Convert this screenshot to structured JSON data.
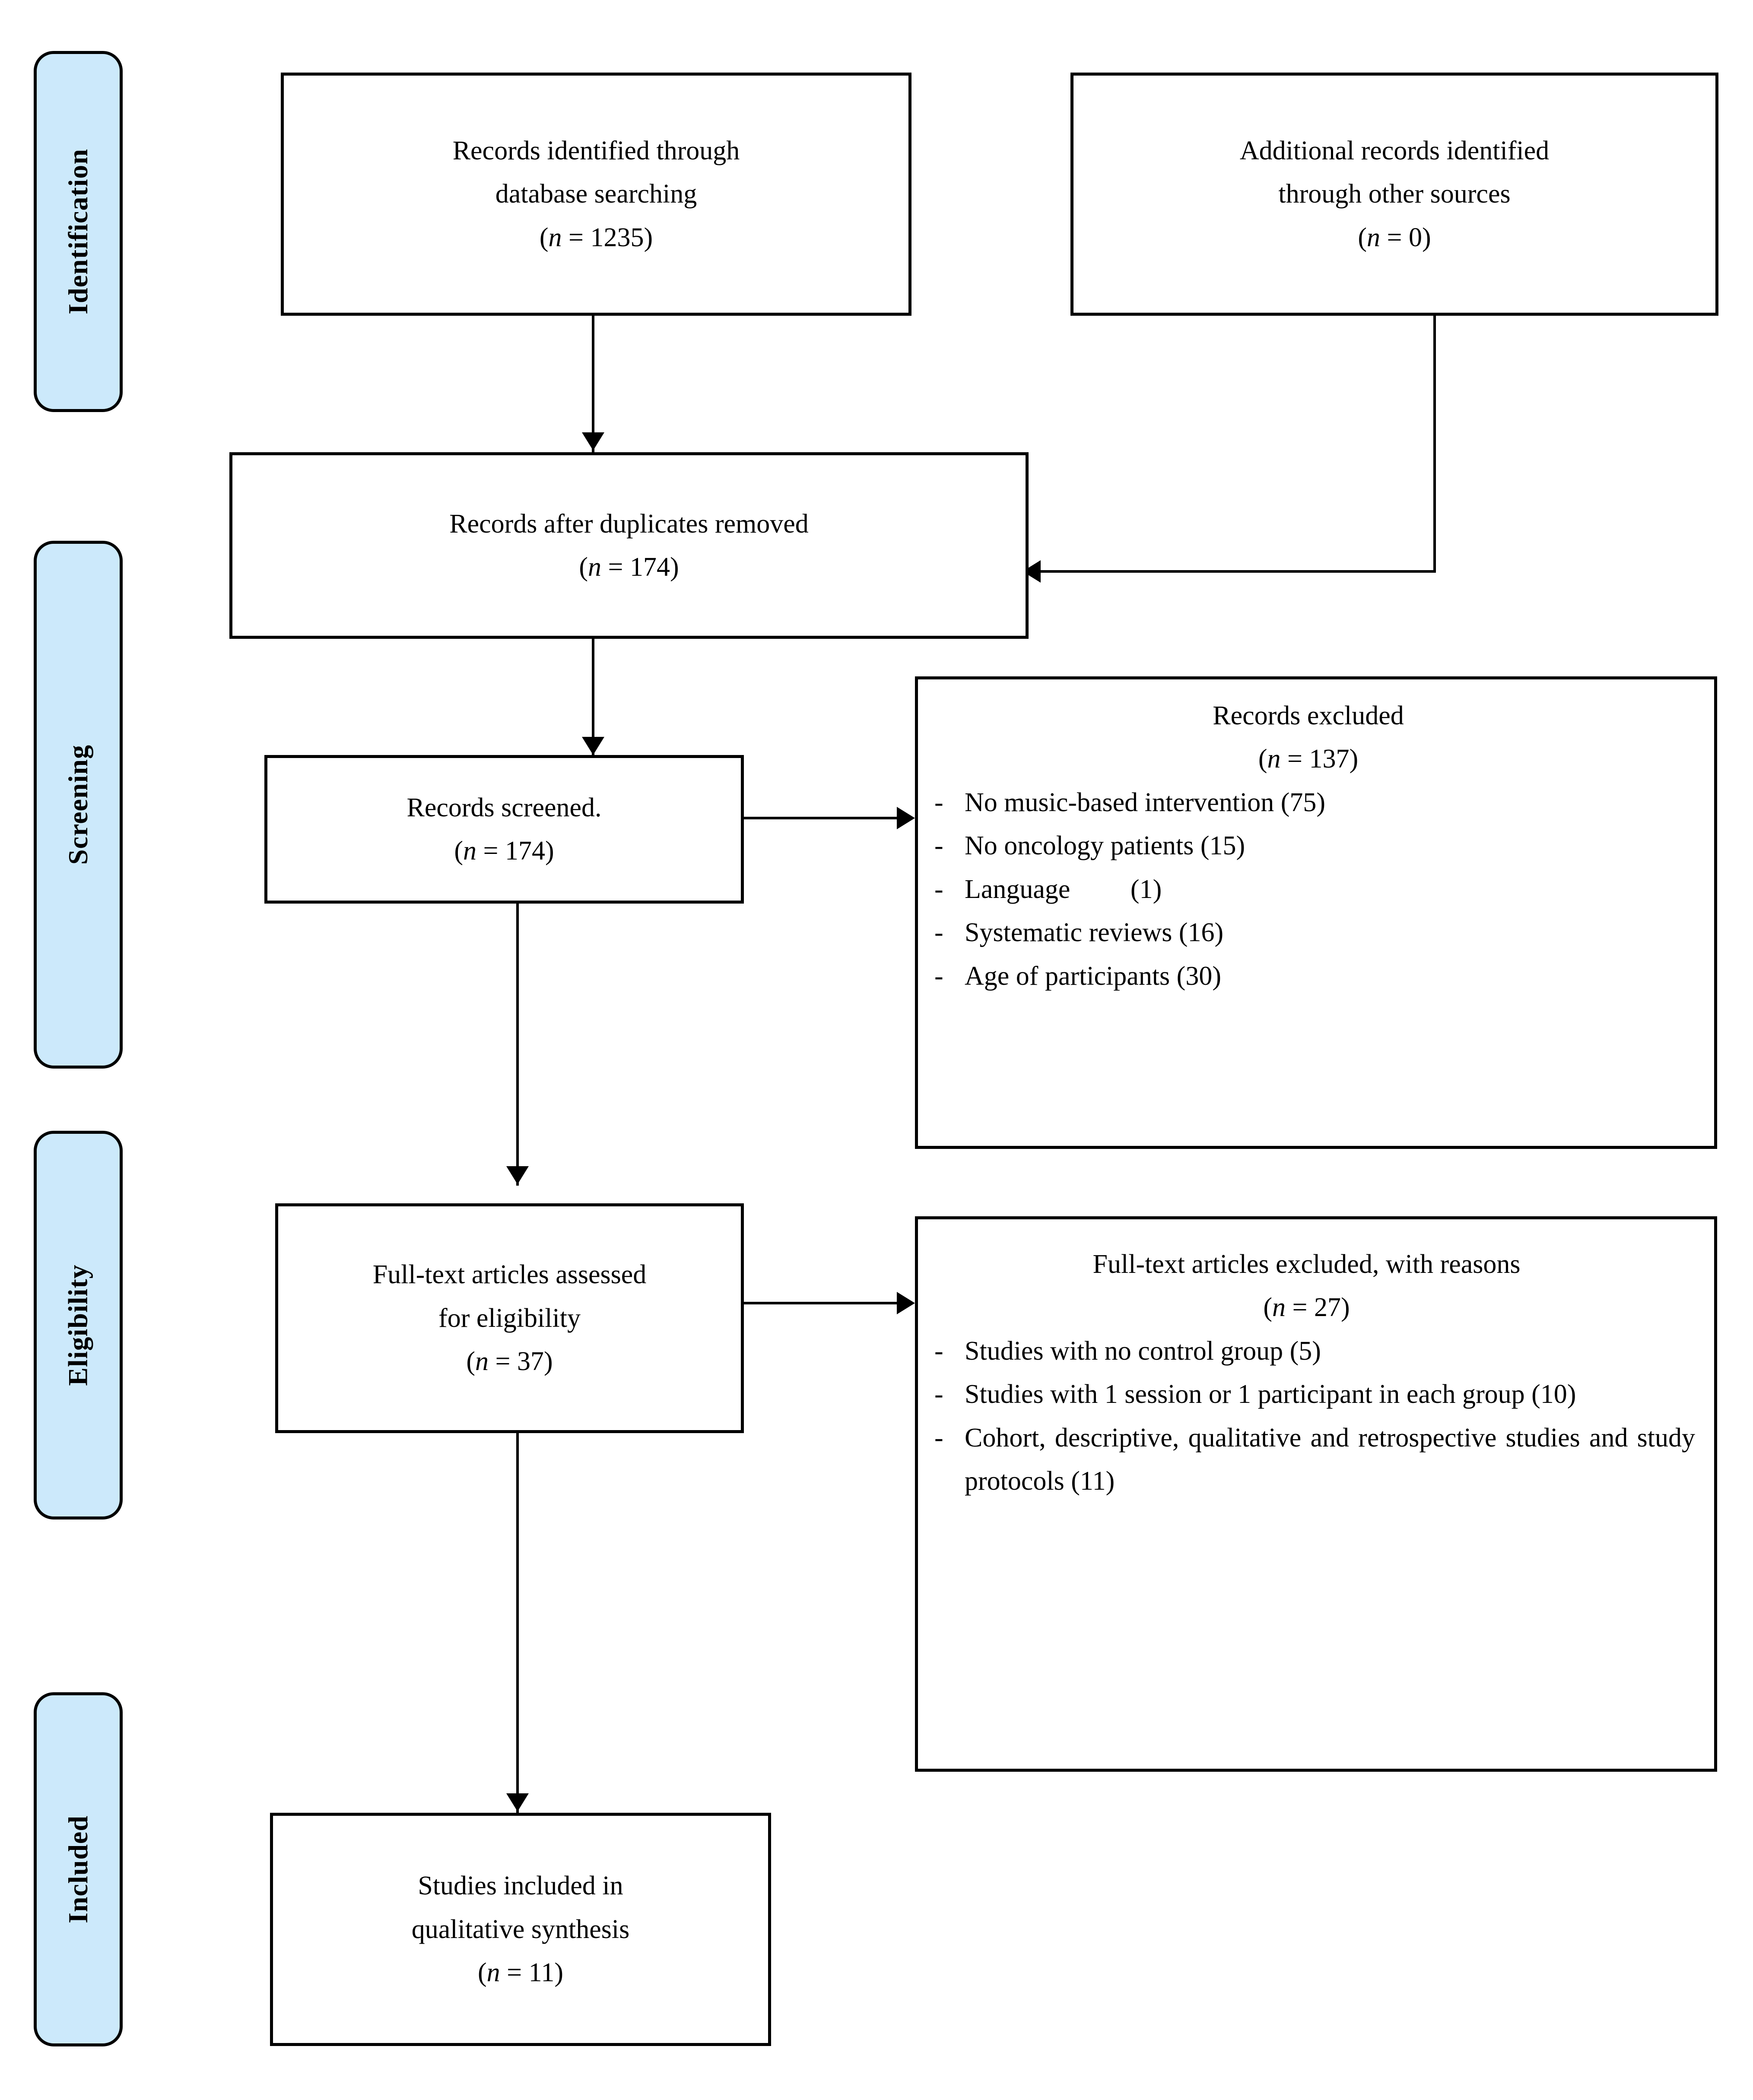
{
  "diagram": {
    "type": "prisma-flow-diagram",
    "accent_color": "#cce9fb",
    "border_color": "#000000",
    "background_color": "#ffffff"
  },
  "phases": [
    {
      "id": "identification",
      "label": "Identification"
    },
    {
      "id": "screening",
      "label": "Screening"
    },
    {
      "id": "eligibility",
      "label": "Eligibility"
    },
    {
      "id": "included",
      "label": "Included"
    }
  ],
  "boxes": {
    "database_search": {
      "line1": "Records identified through",
      "line2": "database searching",
      "n_open": "(",
      "n_var": "n",
      "n_eq": " = 1235)"
    },
    "other_sources": {
      "line1": "Additional records identified",
      "line2": "through other sources",
      "n_open": "(",
      "n_var": "n",
      "n_eq": " = 0)"
    },
    "duplicates_removed": {
      "line1": "Records after duplicates removed",
      "n_open": "(",
      "n_var": "n",
      "n_eq": " = 174)"
    },
    "records_screened": {
      "line1": "Records screened.",
      "n_open": "(",
      "n_var": "n",
      "n_eq": " = 174)"
    },
    "records_excluded": {
      "title": "Records excluded",
      "n_open": "(",
      "n_var": "n",
      "n_eq": " = 137)",
      "dash": "-",
      "reasons": [
        "No music-based intervention (75)",
        "No oncology patients (15)",
        "Language         (1)",
        "Systematic reviews (16)",
        "Age of participants (30)"
      ]
    },
    "fulltext_assessed": {
      "line1": "Full-text articles assessed",
      "line2": "for eligibility",
      "n_open": "(",
      "n_var": "n",
      "n_eq": " = 37)"
    },
    "fulltext_excluded": {
      "title": "Full-text articles excluded, with reasons",
      "n_open": "(",
      "n_var": "n",
      "n_eq": " = 27)",
      "dash": "-",
      "reasons": [
        "Studies with no control group (5)",
        "Studies with 1 session or 1 participant in each group (10)",
        "Cohort, descriptive, qualitative and retrospective studies and study protocols (11)"
      ]
    },
    "studies_included": {
      "line1": "Studies included in",
      "line2": "qualitative synthesis",
      "n_open": "(",
      "n_var": "n",
      "n_eq": " = 11)"
    }
  }
}
